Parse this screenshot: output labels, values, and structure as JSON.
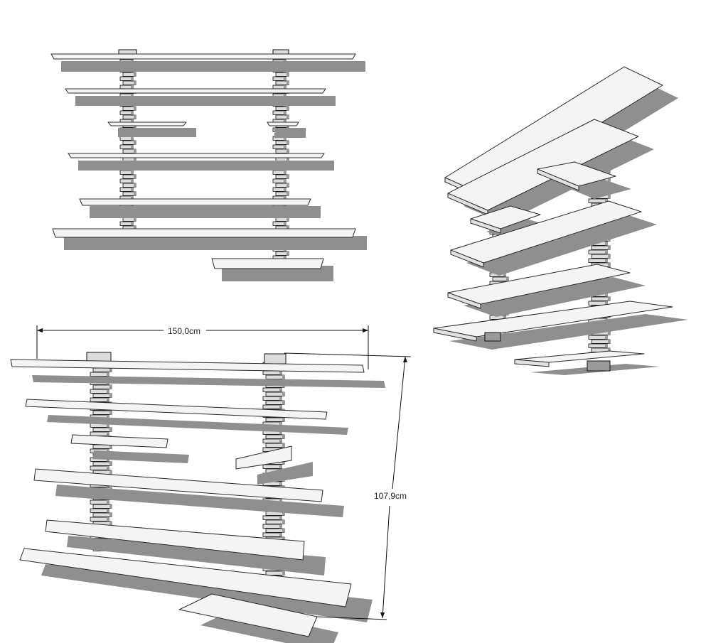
{
  "drawing": {
    "dimensions": {
      "width_label": "150,0cm",
      "height_label": "107,9cm"
    },
    "colors": {
      "shelf_top": "#f4f4f4",
      "shelf_front": "#e2e2e2",
      "shelf_edge": "#2a2a2a",
      "shadow": "#8f8f8f",
      "block": "#dcdcdc",
      "block_dark": "#9a9a9a",
      "line": "#111111"
    },
    "views": [
      {
        "name": "front-view-top-left"
      },
      {
        "name": "side-view-right"
      },
      {
        "name": "perspective-view-bottom-left"
      }
    ]
  }
}
